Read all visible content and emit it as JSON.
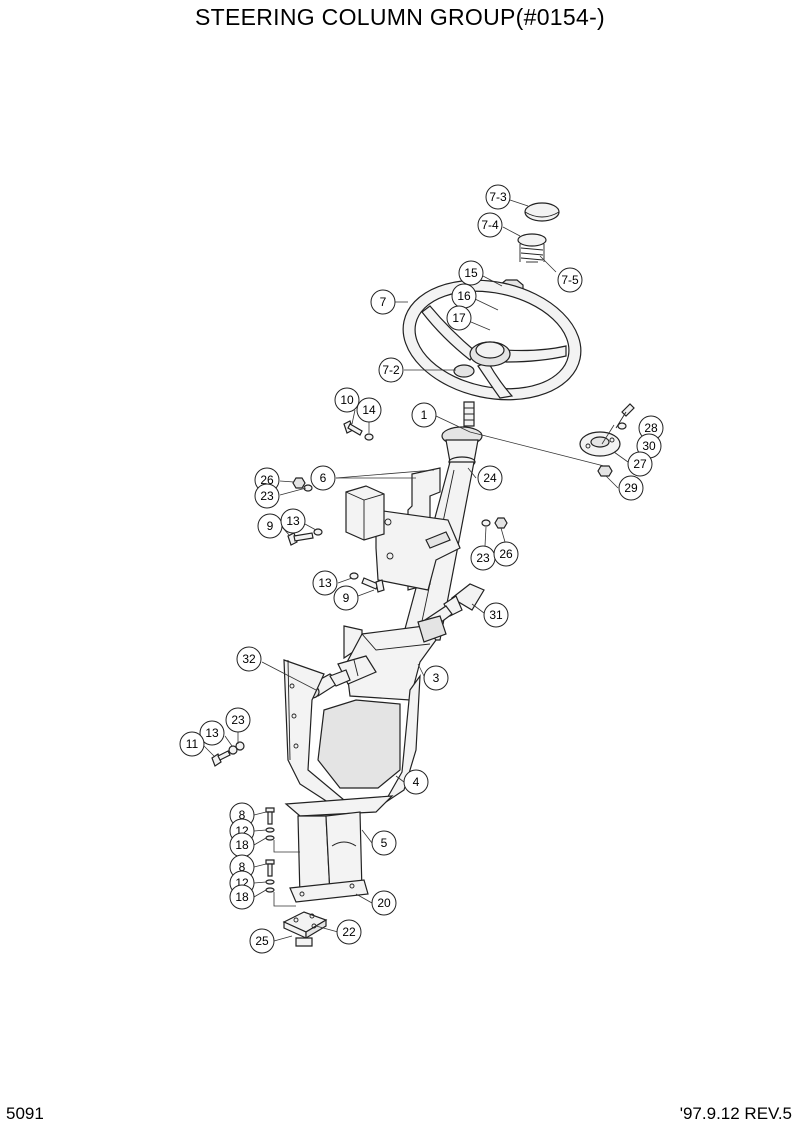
{
  "header": {
    "title": "STEERING COLUMN GROUP(#0154-)"
  },
  "footer": {
    "page_number": "5091",
    "revision": "'97.9.12  REV.5"
  },
  "callouts": [
    {
      "id": "c73",
      "text": "7-3"
    },
    {
      "id": "c74",
      "text": "7-4"
    },
    {
      "id": "c75",
      "text": "7-5"
    },
    {
      "id": "c15",
      "text": "15"
    },
    {
      "id": "c16",
      "text": "16"
    },
    {
      "id": "c17",
      "text": "17"
    },
    {
      "id": "c7",
      "text": "7"
    },
    {
      "id": "c72",
      "text": "7-2"
    },
    {
      "id": "c10",
      "text": "10"
    },
    {
      "id": "c14",
      "text": "14"
    },
    {
      "id": "c1",
      "text": "1"
    },
    {
      "id": "c24",
      "text": "24"
    },
    {
      "id": "c28",
      "text": "28"
    },
    {
      "id": "c30",
      "text": "30"
    },
    {
      "id": "c27",
      "text": "27"
    },
    {
      "id": "c29",
      "text": "29"
    },
    {
      "id": "c26a",
      "text": "26"
    },
    {
      "id": "c23a",
      "text": "23"
    },
    {
      "id": "c6",
      "text": "6"
    },
    {
      "id": "c9a",
      "text": "9"
    },
    {
      "id": "c13a",
      "text": "13"
    },
    {
      "id": "c23b",
      "text": "23"
    },
    {
      "id": "c26b",
      "text": "26"
    },
    {
      "id": "c13b",
      "text": "13"
    },
    {
      "id": "c9b",
      "text": "9"
    },
    {
      "id": "c31",
      "text": "31"
    },
    {
      "id": "c32",
      "text": "32"
    },
    {
      "id": "c3",
      "text": "3"
    },
    {
      "id": "c23c",
      "text": "23"
    },
    {
      "id": "c13c",
      "text": "13"
    },
    {
      "id": "c11",
      "text": "11"
    },
    {
      "id": "c4",
      "text": "4"
    },
    {
      "id": "c8a",
      "text": "8"
    },
    {
      "id": "c12a",
      "text": "12"
    },
    {
      "id": "c18a",
      "text": "18"
    },
    {
      "id": "c5",
      "text": "5"
    },
    {
      "id": "c8b",
      "text": "8"
    },
    {
      "id": "c12b",
      "text": "12"
    },
    {
      "id": "c18b",
      "text": "18"
    },
    {
      "id": "c20",
      "text": "20"
    },
    {
      "id": "c25",
      "text": "25"
    },
    {
      "id": "c22",
      "text": "22"
    }
  ]
}
